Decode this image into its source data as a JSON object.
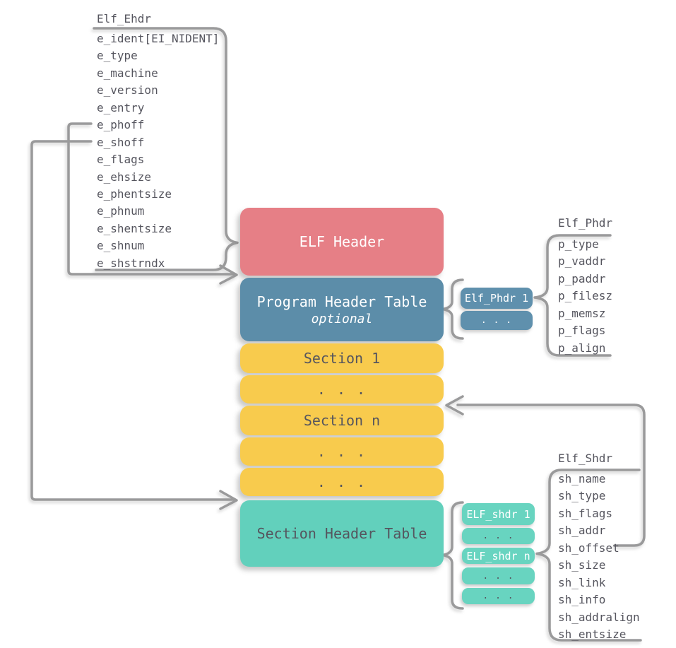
{
  "colors": {
    "accent_red": "#E67F86",
    "accent_blue": "#5C8DA9",
    "accent_yellow": "#F8CB4D",
    "accent_teal": "#62D0BC",
    "small_blue": "#5F90AD",
    "small_teal": "#68D4C0",
    "line_gray": "#9A9A9B",
    "text_dark": "#55555E",
    "text_light": "#FFFFFF"
  },
  "ehdr": {
    "title": "Elf_Ehdr",
    "fields": [
      "e_ident[EI_NIDENT]",
      "e_type",
      "e_machine",
      "e_version",
      "e_entry",
      "e_phoff",
      "e_shoff",
      "e_flags",
      "e_ehsize",
      "e_phentsize",
      "e_phnum",
      "e_shentsize",
      "e_shnum",
      "e_shstrndx"
    ]
  },
  "phdr": {
    "title": "Elf_Phdr",
    "fields": [
      "p_type",
      "p_vaddr",
      "p_paddr",
      "p_filesz",
      "p_memsz",
      "p_flags",
      "p_align"
    ]
  },
  "shdr": {
    "title": "Elf_Shdr",
    "fields": [
      "sh_name",
      "sh_type",
      "sh_flags",
      "sh_addr",
      "sh_offset",
      "sh_size",
      "sh_link",
      "sh_info",
      "sh_addralign",
      "sh_entsize"
    ]
  },
  "stack": {
    "elf_header": "ELF Header",
    "program_header_table": "Program Header Table",
    "program_header_table_note": "optional",
    "section_1": "Section 1",
    "section_n": "Section n",
    "dots": ". . .",
    "section_header_table": "Section Header Table"
  },
  "phdr_entries": {
    "first": "Elf_Phdr 1",
    "dots": ". . ."
  },
  "shdr_entries": {
    "first": "ELF_shdr 1",
    "nth": "ELF_shdr n",
    "dots": ". . ."
  }
}
